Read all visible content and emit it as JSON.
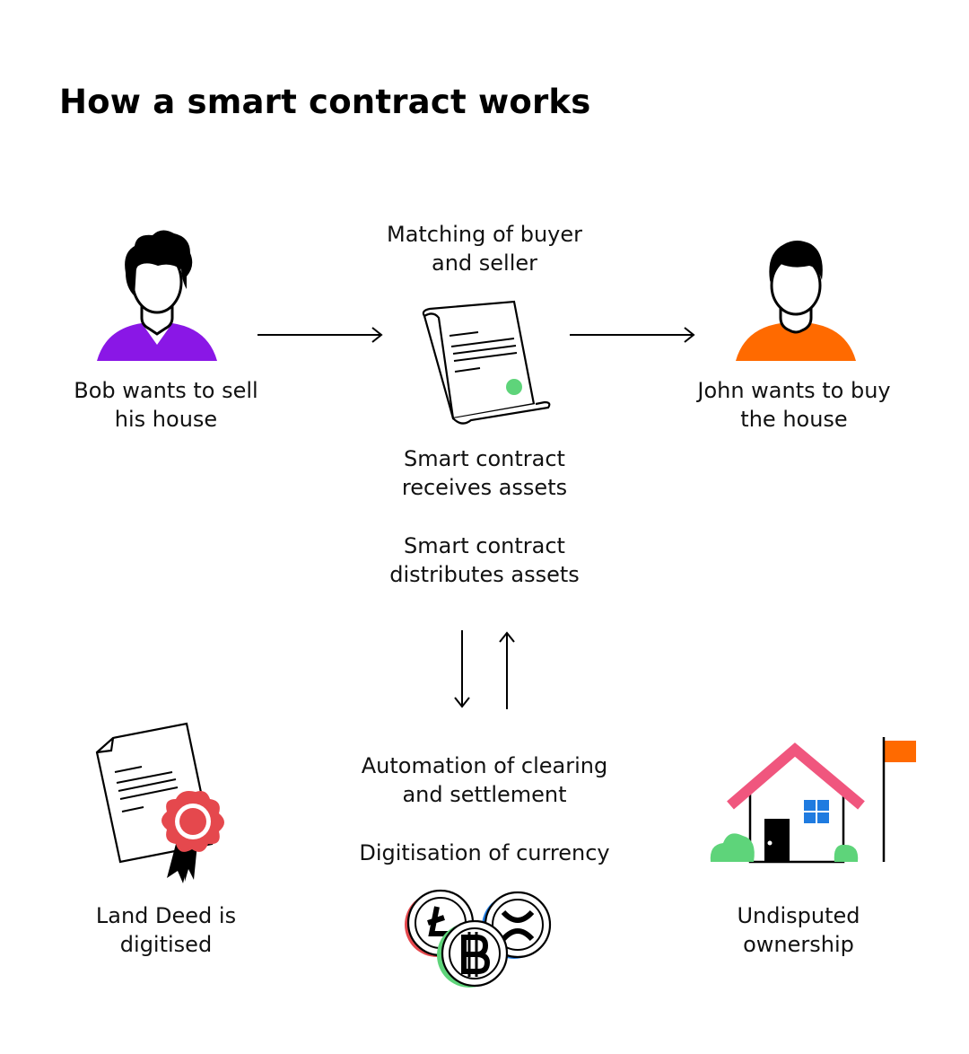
{
  "title": "How a smart contract works",
  "nodes": {
    "seller": {
      "line1": "Bob wants to sell",
      "line2": "his house",
      "icon": "person-icon",
      "color": "#8A17E6"
    },
    "buyer": {
      "line1": "John wants to buy",
      "line2": "the house",
      "icon": "person-icon",
      "color": "#FF6A00"
    },
    "matching": {
      "line1": "Matching of buyer",
      "line2": "and seller"
    },
    "receives": {
      "line1": "Smart contract",
      "line2": "receives assets"
    },
    "distributes": {
      "line1": "Smart contract",
      "line2": "distributes assets"
    },
    "deed": {
      "line1": "Land Deed is",
      "line2": "digitised",
      "icon": "certificate-icon",
      "color": "#E5484D"
    },
    "clearing": {
      "line1": "Automation of clearing",
      "line2": "and settlement"
    },
    "currency": {
      "line1": "Digitisation of currency",
      "icon": "crypto-coins-icon"
    },
    "ownership": {
      "line1": "Undisputed",
      "line2": "ownership",
      "icon": "house-icon",
      "roof_color": "#F0567E",
      "flag_color": "#FF6A00",
      "bush_color": "#5ED47A",
      "window_color": "#1F7BE0"
    }
  },
  "contract_icon": {
    "icon": "contract-scroll-icon",
    "seal_color": "#5ED47A"
  }
}
